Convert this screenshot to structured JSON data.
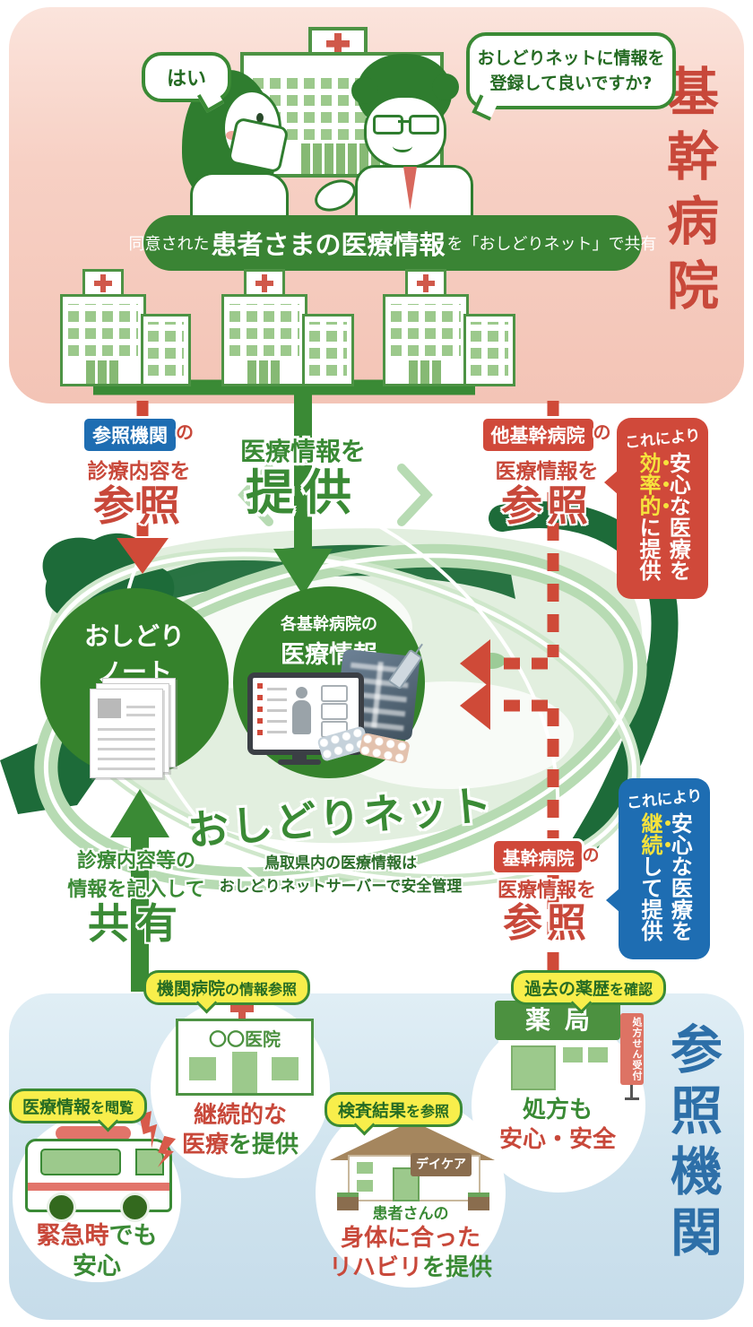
{
  "colors": {
    "accent_red": "#c8483a",
    "accent_green": "#3a8a35",
    "accent_blue": "#1e6db2",
    "panel_pink": "#f6cabd",
    "panel_blue": "#cfe3ee",
    "badge_yellow": "#f8ee4b",
    "emphasis_yellow": "#f6e23c",
    "circle_green": "#35822c"
  },
  "top": {
    "side_label": "基幹病院",
    "patient_bubble": "はい",
    "doctor_bubble_line1": "おしどりネットに情報を",
    "doctor_bubble_line2": "登録して良いですか?",
    "banner_prefix": "同意された",
    "banner_strong": "患者さまの医療情報",
    "banner_suffix": "を「おしどりネット」で共有"
  },
  "flows": {
    "left": {
      "badge": "参照機関",
      "particle": "の",
      "line": "診療内容を",
      "big": "参照"
    },
    "center": {
      "line": "医療情報を",
      "big": "提供"
    },
    "right": {
      "badge": "他基幹病院",
      "particle": "の",
      "line": "医療情報を",
      "big": "参照"
    },
    "efficient": {
      "header": "これにより",
      "main": "安心な医療を",
      "em": "効率的",
      "em_tail": "に提供"
    },
    "share": {
      "line1": "診療内容等の",
      "line2": "情報を記入して",
      "big": "共有"
    },
    "reference": {
      "badge": "基幹病院",
      "particle": "の",
      "line": "医療情報を",
      "big": "参照"
    },
    "continuous": {
      "header": "これにより",
      "main": "安心な医療を",
      "em": "継続",
      "em_tail": "して提供"
    }
  },
  "network": {
    "note_line1": "おしどり",
    "note_line2": "ノート",
    "info_line1": "各基幹病院の",
    "info_line2": "医療情報",
    "title": "おしどりネット",
    "subtitle1": "鳥取県内の医療情報は",
    "subtitle2": "おしどりネットサーバーで安全管理"
  },
  "bottom": {
    "side_label": "参照機関",
    "clinic": {
      "badge_strong": "機関病院",
      "badge_rest": "の情報参照",
      "sign": "〇〇医院",
      "cap_line1": "継続的な",
      "cap_red": "医療",
      "cap_green": "を提供"
    },
    "ambulance": {
      "badge_strong": "医療情報",
      "badge_rest": "を閲覧",
      "cap_red": "緊急時",
      "cap_green": "でも",
      "cap_line2": "安心"
    },
    "daycare": {
      "badge_strong": "検査結果",
      "badge_rest": "を参照",
      "sign": "デイケア",
      "cap_small": "患者さんの",
      "cap_line1": "身体に合った",
      "cap_red": "リハビリ",
      "cap_green": "を提供"
    },
    "pharmacy": {
      "badge_strong": "過去の薬歴",
      "badge_rest": "を確認",
      "sign": "薬局",
      "banner": "処方せん受付",
      "cap_line1": "処方も",
      "cap_line2": "安心・安全"
    }
  }
}
